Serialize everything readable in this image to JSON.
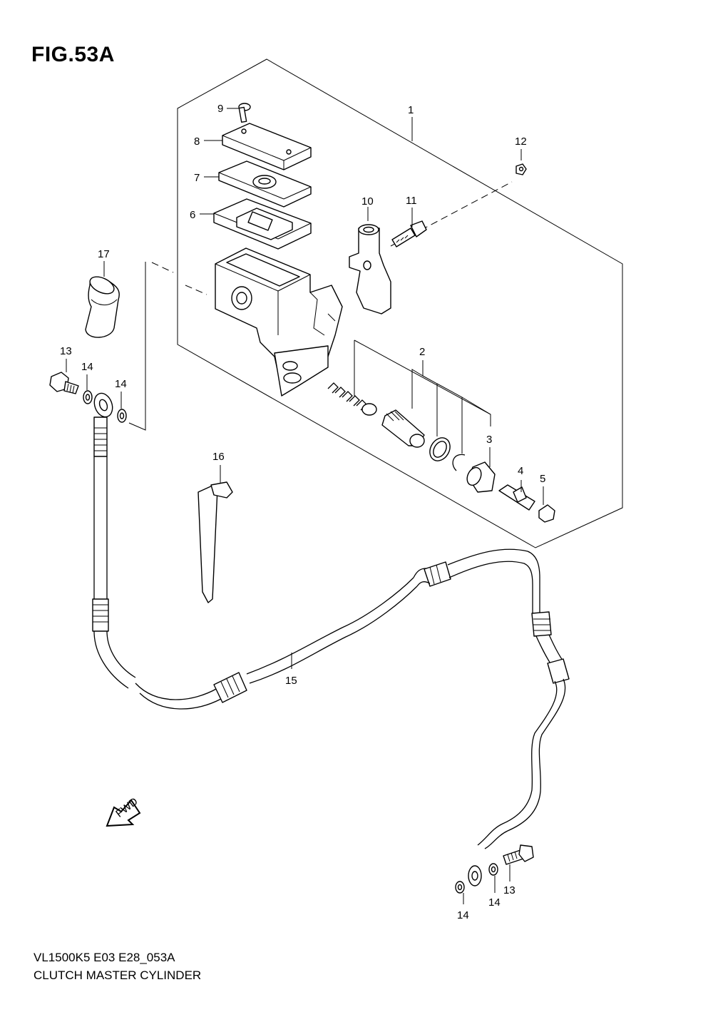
{
  "figure": {
    "title": "FIG.53A",
    "footer_code": "VL1500K5 E03 E28_053A",
    "footer_caption": "CLUTCH MASTER CYLINDER"
  },
  "callouts": [
    {
      "id": "c1",
      "label": "1"
    },
    {
      "id": "c2",
      "label": "2"
    },
    {
      "id": "c3",
      "label": "3"
    },
    {
      "id": "c4",
      "label": "4"
    },
    {
      "id": "c5",
      "label": "5"
    },
    {
      "id": "c6",
      "label": "6"
    },
    {
      "id": "c7",
      "label": "7"
    },
    {
      "id": "c8",
      "label": "8"
    },
    {
      "id": "c9",
      "label": "9"
    },
    {
      "id": "c10",
      "label": "10"
    },
    {
      "id": "c11",
      "label": "11"
    },
    {
      "id": "c12",
      "label": "12"
    },
    {
      "id": "c13a",
      "label": "13"
    },
    {
      "id": "c13b",
      "label": "13"
    },
    {
      "id": "c14a",
      "label": "14"
    },
    {
      "id": "c14b",
      "label": "14"
    },
    {
      "id": "c14c",
      "label": "14"
    },
    {
      "id": "c14d",
      "label": "14"
    },
    {
      "id": "c15",
      "label": "15"
    },
    {
      "id": "c16",
      "label": "16"
    },
    {
      "id": "c17",
      "label": "17"
    }
  ],
  "arrow_label": "FWD"
}
